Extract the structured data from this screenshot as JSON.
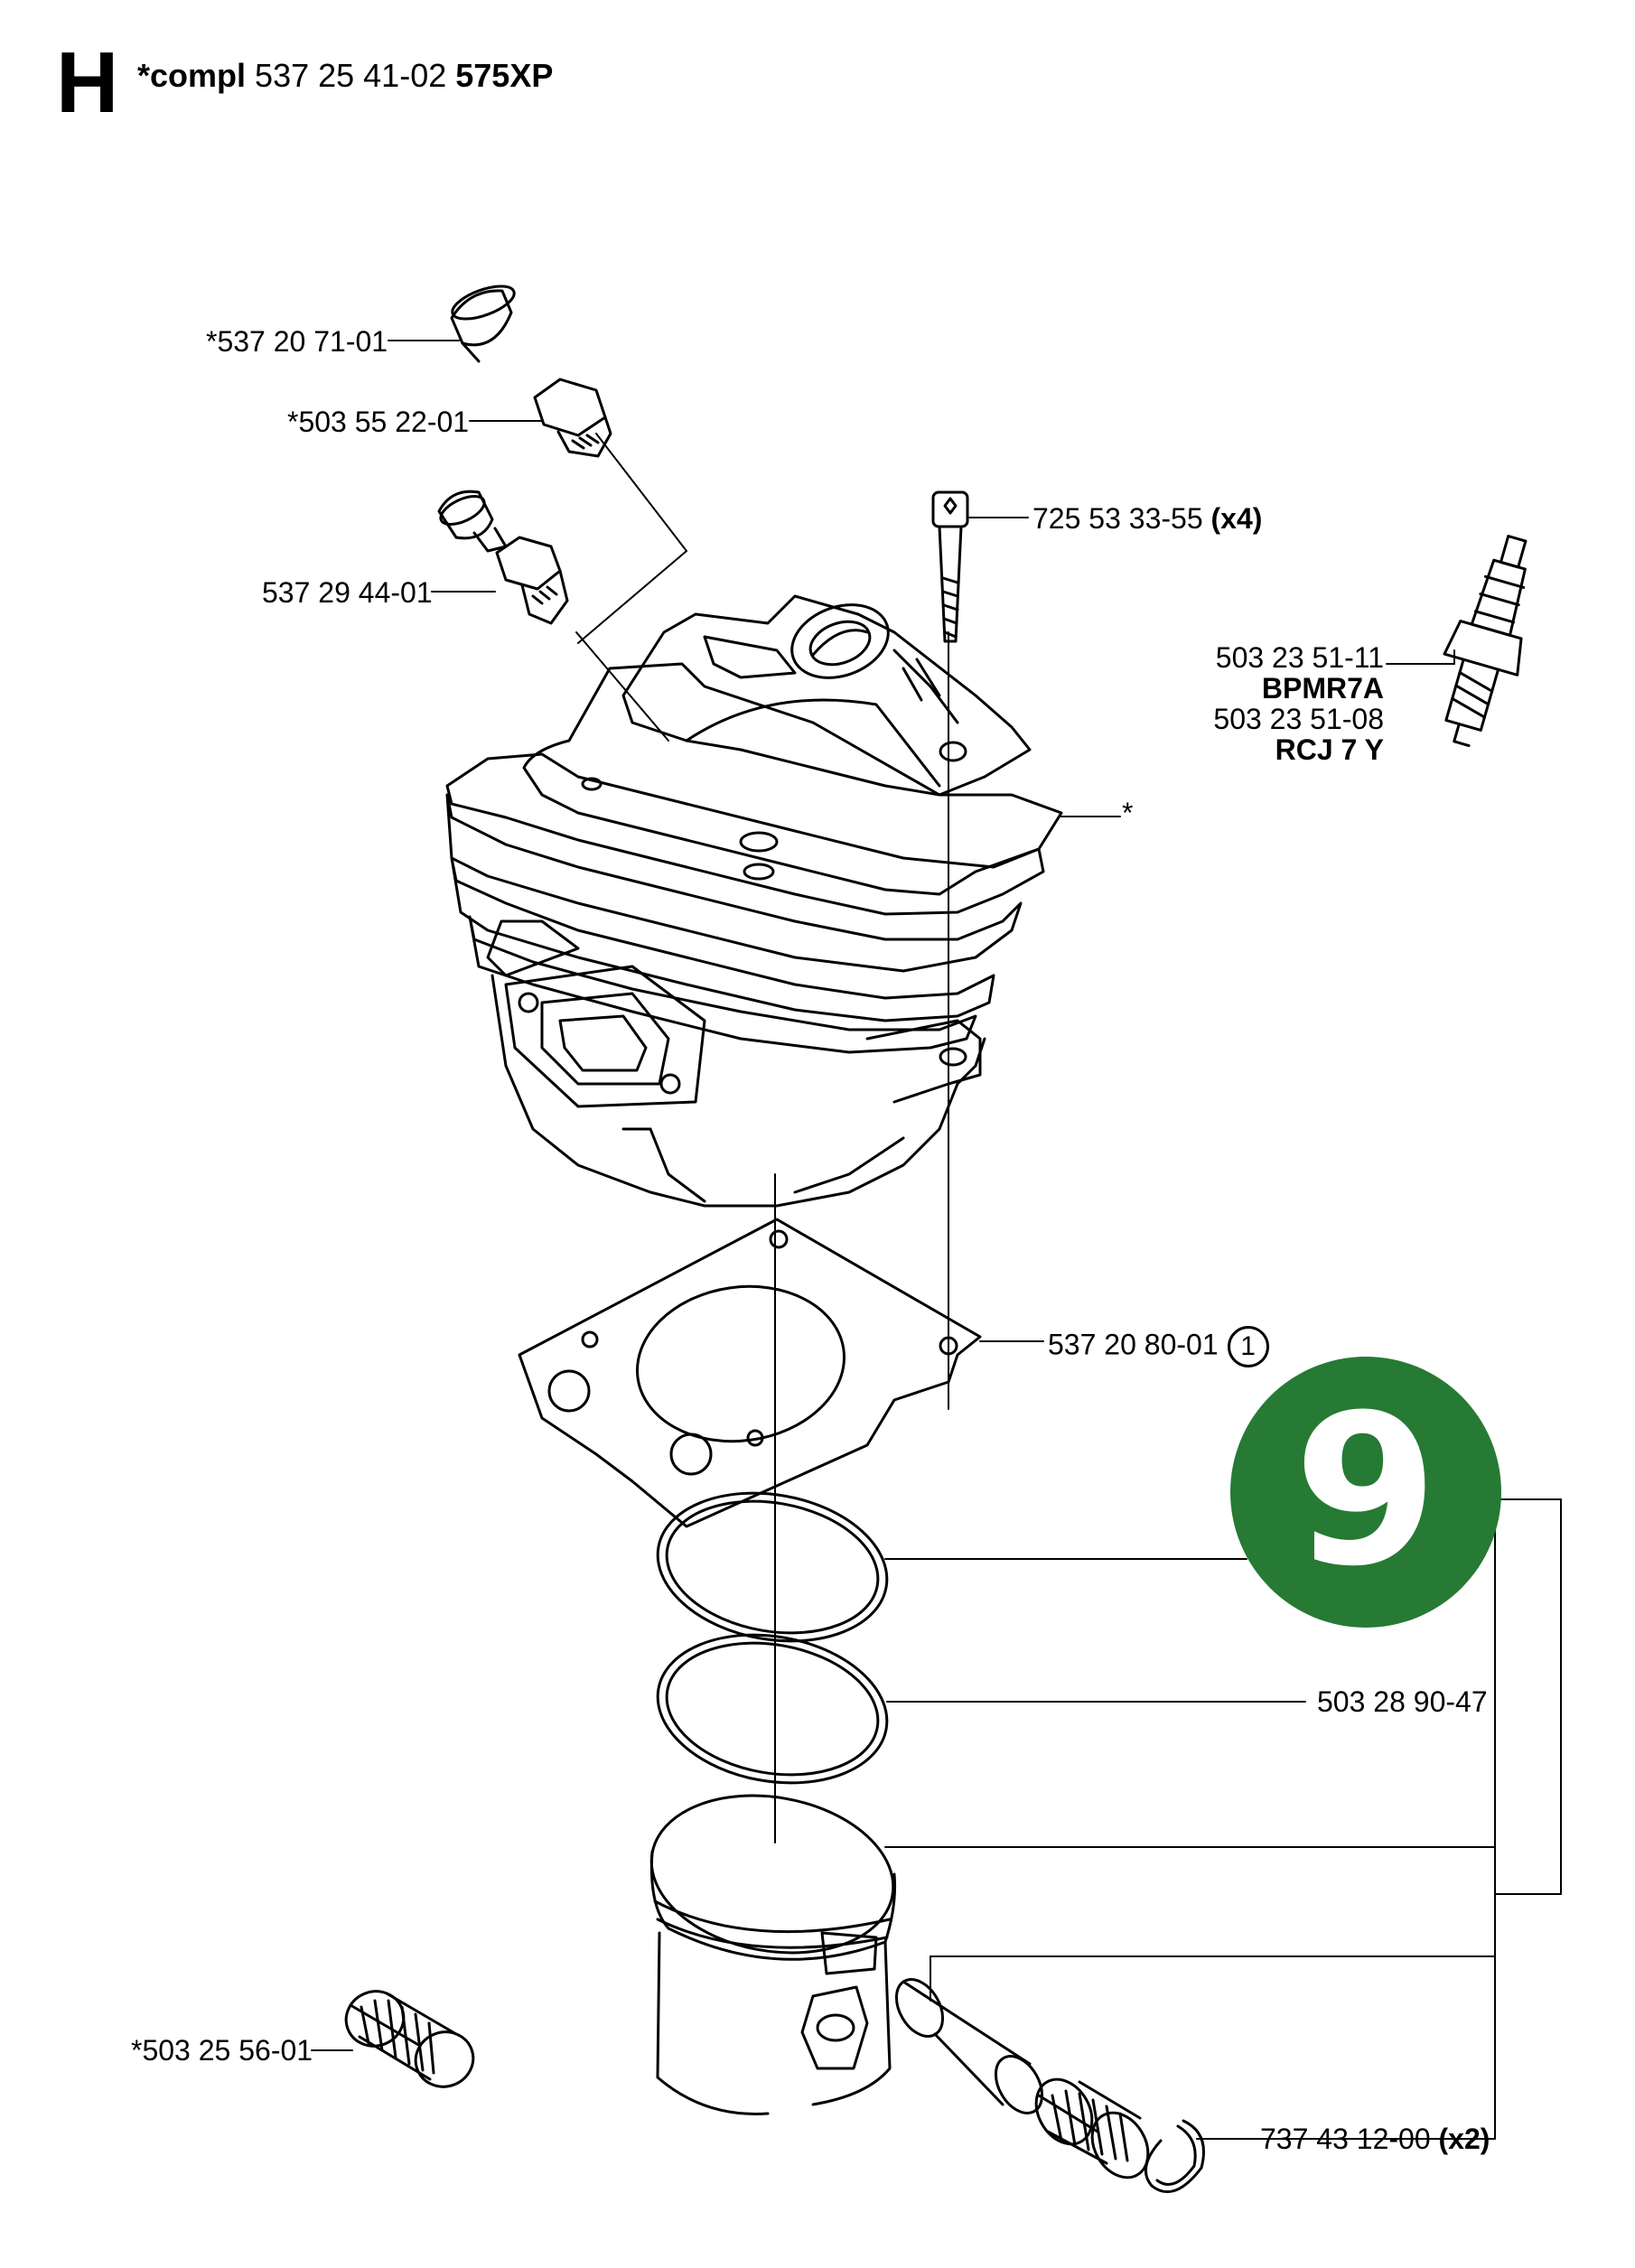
{
  "header": {
    "section_letter": "H",
    "prefix": "*compl",
    "part_number": "537 25 41-02",
    "model": "575XP"
  },
  "badge": {
    "number": "9",
    "color": "#267a34"
  },
  "labels": {
    "cap": "*537 20 71-01",
    "nipple": "*503 55 22-01",
    "valve": "537 29 44-01",
    "screw": "725 53 33-55",
    "screw_qty": "(x4)",
    "plug_1": "503 23 51-11",
    "plug_1_type": "BPMR7A",
    "plug_2": "503 23 51-08",
    "plug_2_type": "RCJ 7 Y",
    "asterisk": "*",
    "gasket": "537 20 80-01",
    "gasket_note": "1",
    "piston_ring": "503 28 90-47",
    "bearing": "*503 25 56-01",
    "circlip": "737 43 12-00",
    "circlip_qty": "(x2)"
  }
}
